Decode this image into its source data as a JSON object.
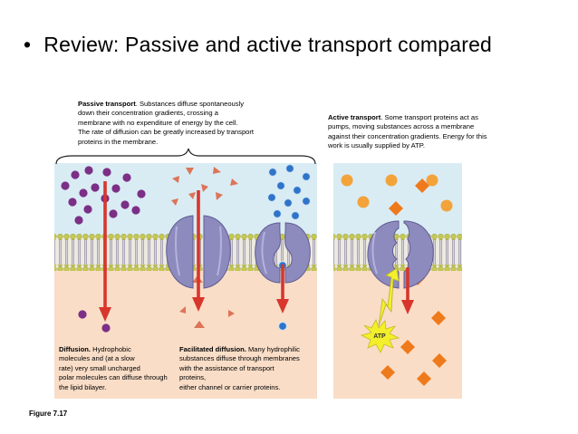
{
  "slide": {
    "bullet": "•",
    "title": "Review: Passive and active transport compared"
  },
  "passive": {
    "heading": "Passive transport",
    "text_lines": [
      ". Substances diffuse spontaneously",
      "down their concentration gradients, crossing a",
      "membrane with no expenditure of energy by the cell.",
      "The rate of diffusion can be greatly increased by transport",
      "proteins in the membrane."
    ]
  },
  "active": {
    "heading": "Active transport",
    "text_lines": [
      ". Some transport proteins act as",
      "pumps, moving substances across a membrane",
      "against their concentration gradients. Energy for this",
      "work is usually supplied by ATP."
    ],
    "atp_label": "ATP"
  },
  "diffusion": {
    "heading": "Diffusion.",
    "text_lines": [
      " Hydrophobic",
      "molecules and (at a slow",
      "rate) very small uncharged",
      "polar molecules can diffuse through",
      "the lipid bilayer."
    ]
  },
  "facilitated": {
    "heading": "Facilitated diffusion.",
    "text_lines": [
      " Many hydrophilic",
      "substances diffuse through membranes",
      "with the assistance of transport",
      "proteins,",
      "either channel or carrier proteins."
    ]
  },
  "figure_label": "Figure 7.17",
  "colors": {
    "extracellular": "#d9ecf4",
    "cytoplasm": "#f9ddc7",
    "lipid_head": "#c4c850",
    "lipid_tail": "#a9a2b6",
    "protein": "#8d8bbd",
    "arrow": "#d8362c",
    "purple_molecule": "#7b2f86",
    "triangle": "#dd7458",
    "blue_molecule": "#2f74c8",
    "orange_sphere": "#f3a33a",
    "orange_diamond": "#ef7a1c",
    "atp_burst": "#f3ef2a"
  }
}
